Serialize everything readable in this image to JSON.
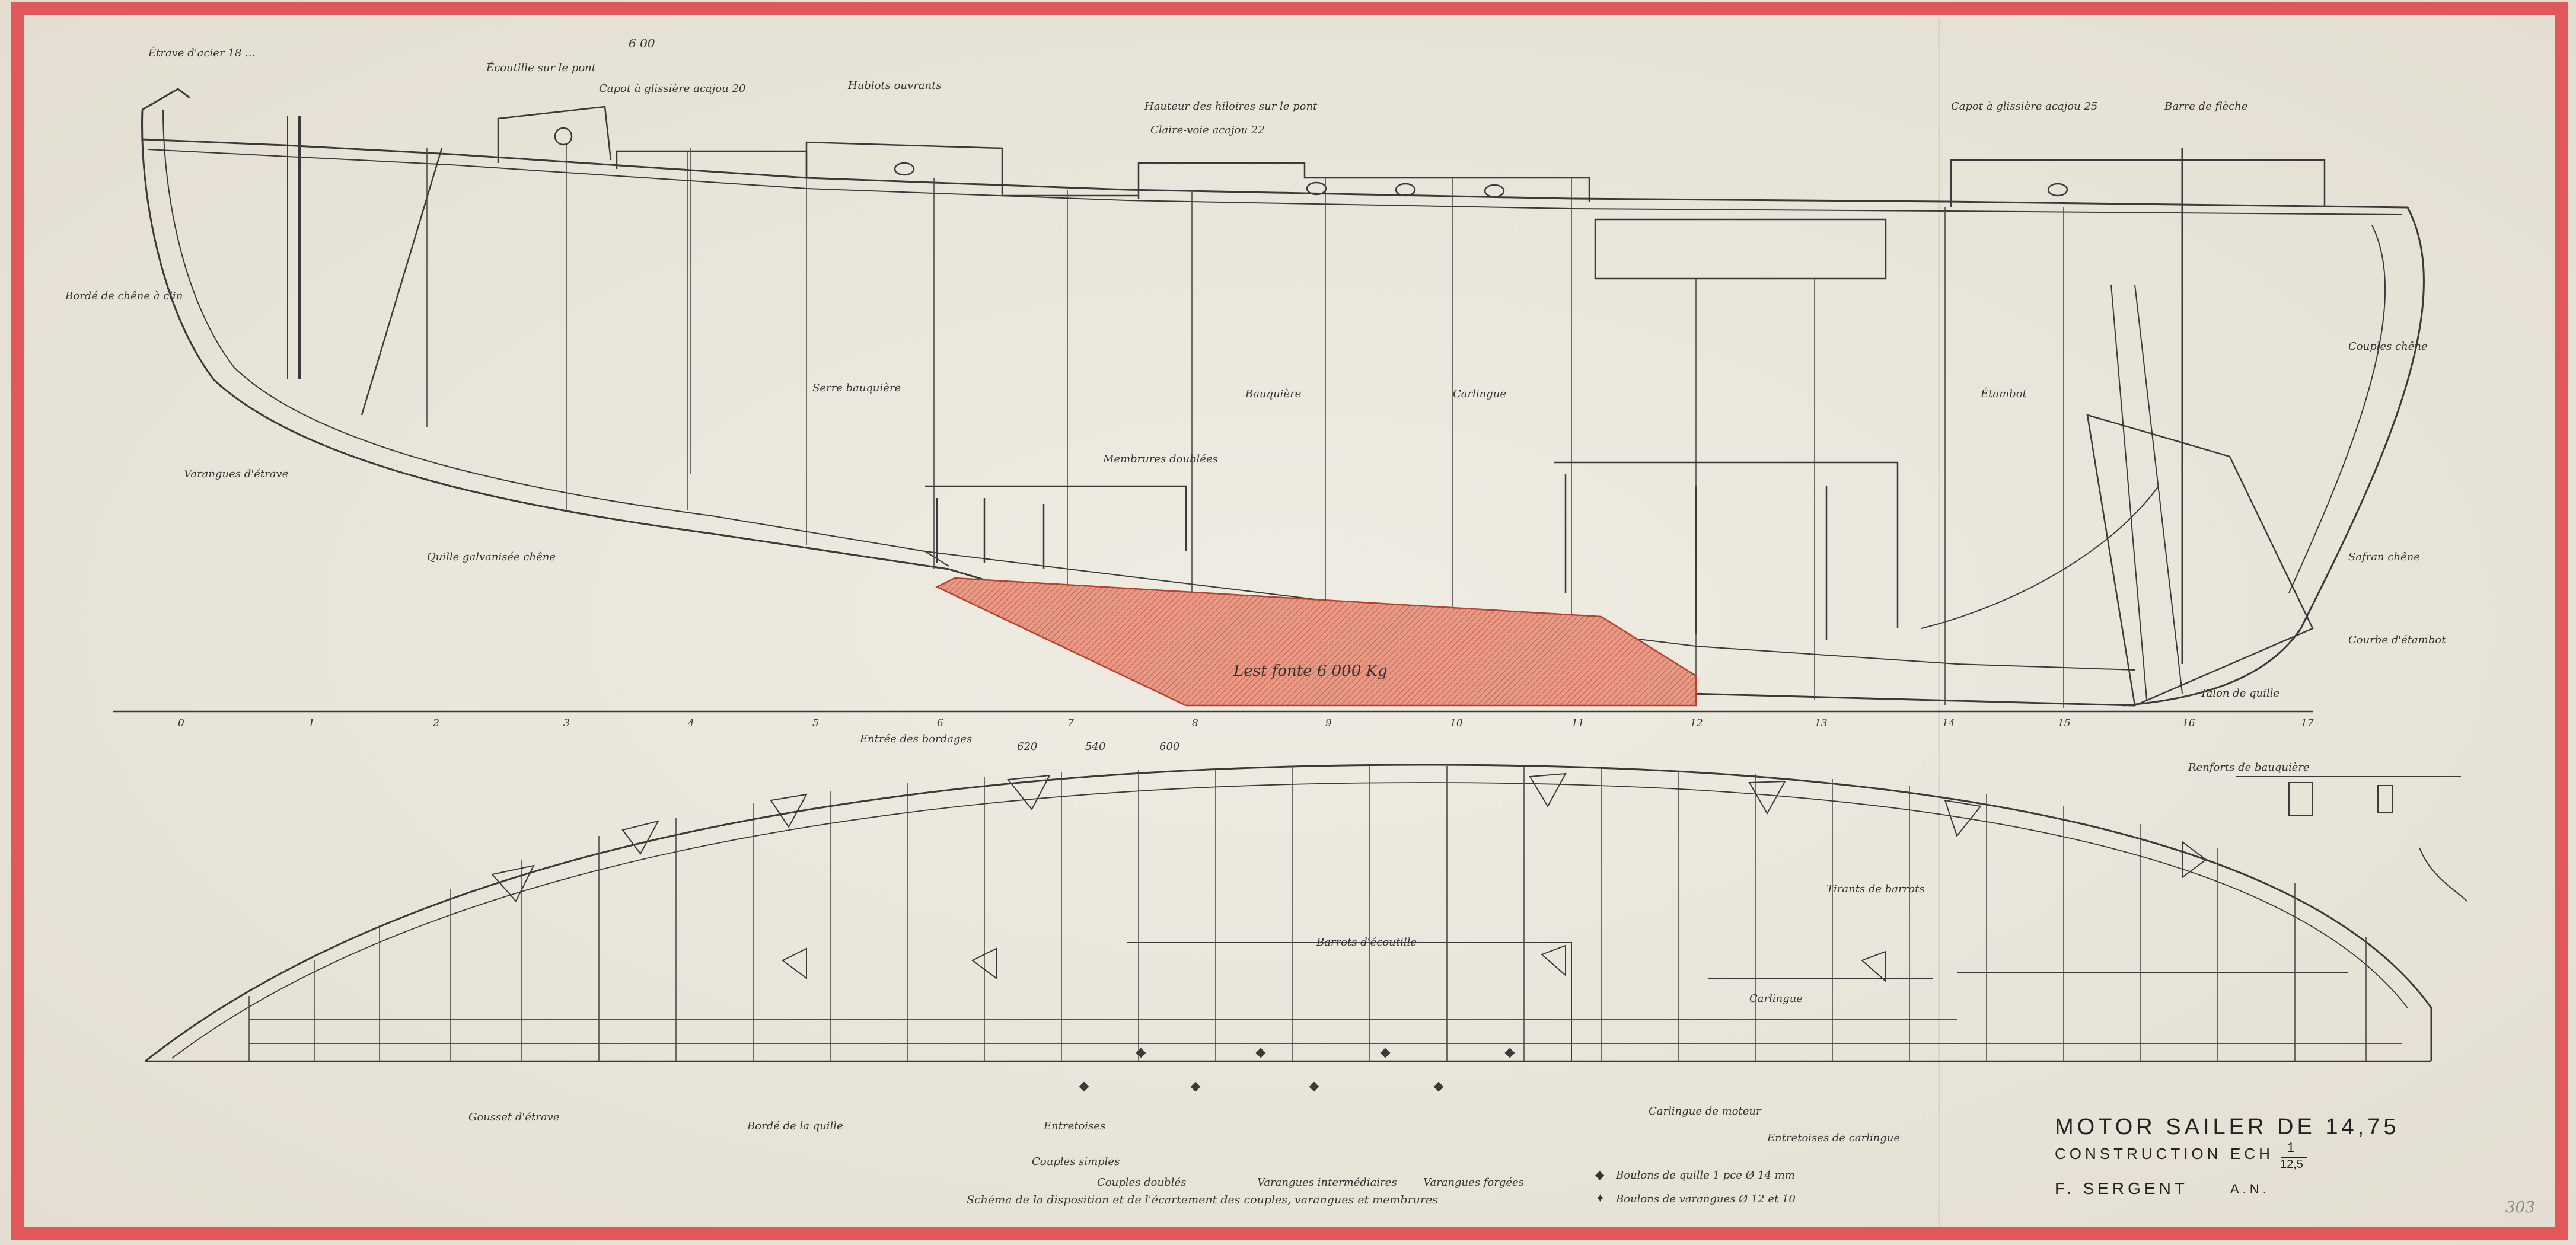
{
  "title_block": {
    "title": "MOTOR SAILER DE 14,75",
    "subtitle": "CONSTRUCTION",
    "scale_label": "ECH",
    "scale_num": "1",
    "scale_den": "12,5",
    "designer": "F. SERGENT",
    "initials": "A.N."
  },
  "sheet_number": "303",
  "colors": {
    "paper": "#e9e5da",
    "border": "#e0585a",
    "ink": "#3a3a3a",
    "ballast": "#d9634e"
  },
  "profile": {
    "overall_dim": "6 00",
    "ballast_label": "Lest fonte 6 000 Kg",
    "notes": [
      "Étrave d'acier 18 ...",
      "Écoutille sur le pont",
      "Capot à glissière acajou 20",
      "Hublots ouvrants",
      "Hauteur des hiloires sur le pont",
      "Claire-voie acajou 22",
      "Capot à glissière acajou 25",
      "Barre de flèche",
      "Serre bauquière",
      "Bauquière",
      "Carlingue",
      "Étambot",
      "Quille galvanisée chêne",
      "Varangues d'étrave",
      "Membrures doublées",
      "Courbe d'étambot",
      "Safran chêne",
      "Talon de quille",
      "Bordé de chêne à clin",
      "Couples chêne"
    ],
    "frame_numbers": [
      "0",
      "1",
      "2",
      "3",
      "4",
      "5",
      "6",
      "7",
      "8",
      "9",
      "10",
      "11",
      "12",
      "13",
      "14",
      "15",
      "16",
      "17"
    ]
  },
  "plan": {
    "top_dims": [
      "620",
      "540",
      "600"
    ],
    "notes": [
      "Entrée des bordages",
      "Entretoises",
      "Couples simples",
      "Couples doublés",
      "Varangues intermédiaires",
      "Varangues forgées",
      "Gousset d'étrave",
      "Bordé de la quille",
      "Carlingue de moteur",
      "Tirants de barrots",
      "Barrots d'écoutille",
      "Entretoises de carlingue",
      "Renforts de bauquière",
      "Carlingue"
    ],
    "caption": "Schéma de la disposition et de l'écartement des couples, varangues et membrures",
    "legend": [
      {
        "symbol": "◆",
        "text": "Boulons de quille 1 pce Ø 14 mm"
      },
      {
        "symbol": "✦",
        "text": "Boulons de varangues Ø 12 et 10"
      }
    ]
  }
}
